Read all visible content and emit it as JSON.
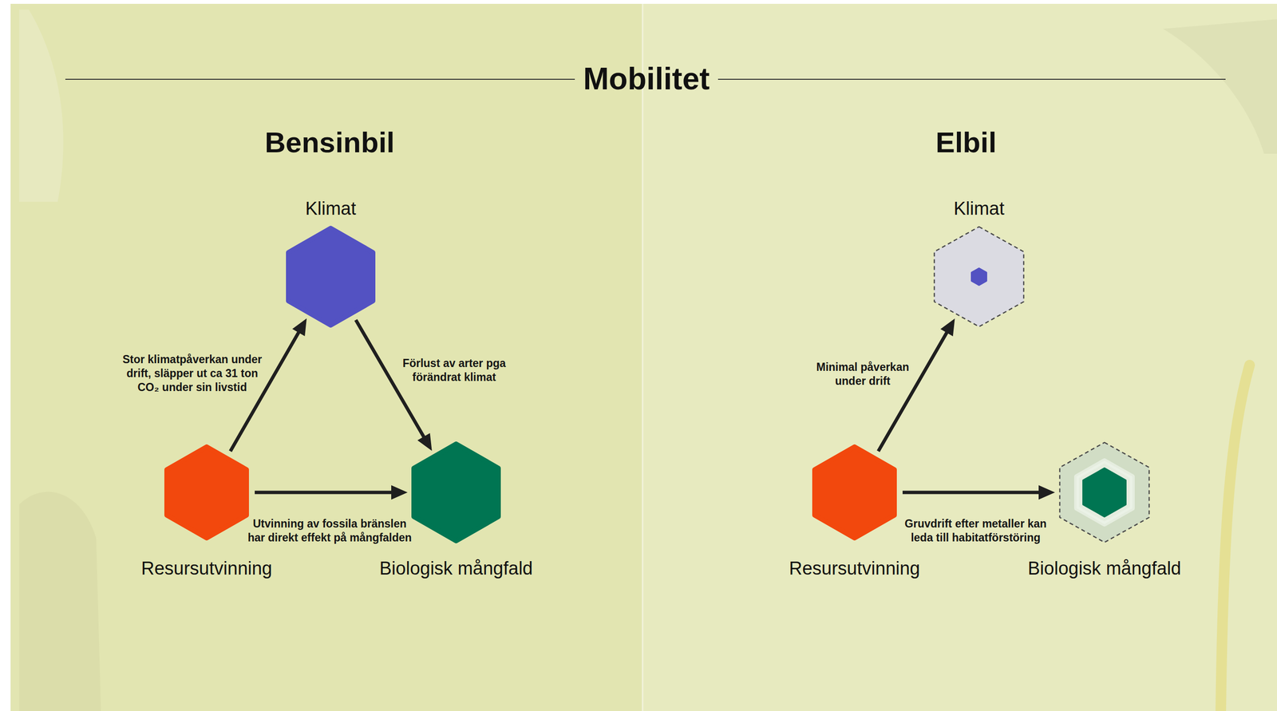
{
  "diagram": {
    "title": "Mobilitet",
    "nodes": [
      {
        "text": [
          "Klimat"
        ]
      },
      {
        "text": [
          "Resursutvinning"
        ]
      },
      {
        "text": [
          "Biologisk mångfald"
        ]
      },
      {
        "text": [
          "Klimat"
        ]
      },
      {
        "text": [
          "Resursutvinning"
        ]
      },
      {
        "text": [
          "Biologisk mångfald"
        ]
      }
    ],
    "edges": [
      {
        "from": 1,
        "to": 0,
        "label": "Stor klimatpåverkan under drift, släpper ut ca 31 ton CO₂ under sin livstid",
        "arrow": "to"
      },
      {
        "from": 0,
        "to": 2,
        "label": "Förlust av arter pga förändrat klimat",
        "arrow": "to"
      },
      {
        "from": 1,
        "to": 2,
        "label": "Utvinning av fossila bränslen har direkt effekt på mångfalden",
        "arrow": "to"
      },
      {
        "from": 4,
        "to": 3,
        "label": "Minimal påverkan under drift",
        "arrow": "to"
      },
      {
        "from": 4,
        "to": 5,
        "label": "Gruvdrift efter metaller kan leda till habitatförstöring",
        "arrow": "to"
      }
    ],
    "labels": [
      "Bensinbil",
      "Elbil"
    ]
  }
}
